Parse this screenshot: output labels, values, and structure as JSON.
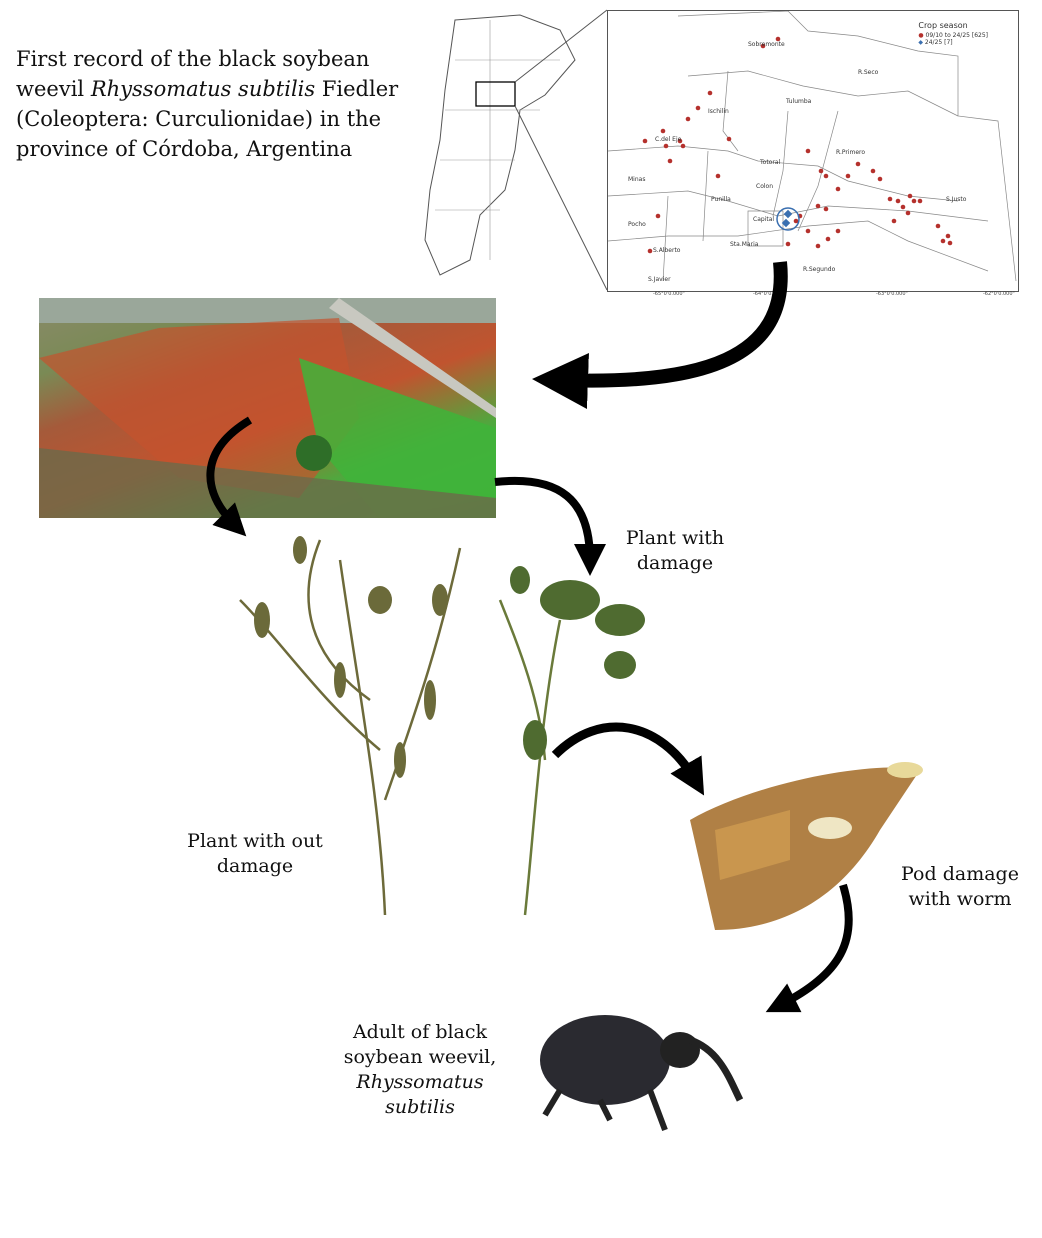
{
  "title": {
    "pre": "First record of the black soybean weevil ",
    "italic": "Rhyssomatus subtilis",
    "post": " Fiedler (Coleoptera: Curculionidae) in the province of Córdoba, Argentina"
  },
  "map": {
    "legend": {
      "title": "Crop season",
      "series": [
        {
          "label": "09/10 to 24/25 [625]",
          "color": "#b5312d"
        },
        {
          "label": "24/25 [7]",
          "color": "#3a6fb0"
        }
      ]
    },
    "districts": [
      "Sobremonte",
      "R.Seco",
      "Tulumba",
      "Ischilin",
      "C.del Eje",
      "R.Primero",
      "Totoral",
      "Minas",
      "Colon",
      "Punilla",
      "S.Justo",
      "Capital",
      "Pocho",
      "Sta.Maria",
      "S.Alberto",
      "R.Segundo",
      "S.Javier"
    ],
    "lon_ticks": [
      "-65°0'0.000\"",
      "-64°0'0.000\"",
      "-63°0'0.000\"",
      "-62°0'0.000\""
    ]
  },
  "labels": {
    "plant_damage": "Plant with damage",
    "plant_no_damage": "Plant with out damage",
    "pod_damage": "Pod damage with worm",
    "adult_pre": "Adult of black soybean weevil,",
    "adult_italic": "Rhyssomatus subtilis"
  }
}
